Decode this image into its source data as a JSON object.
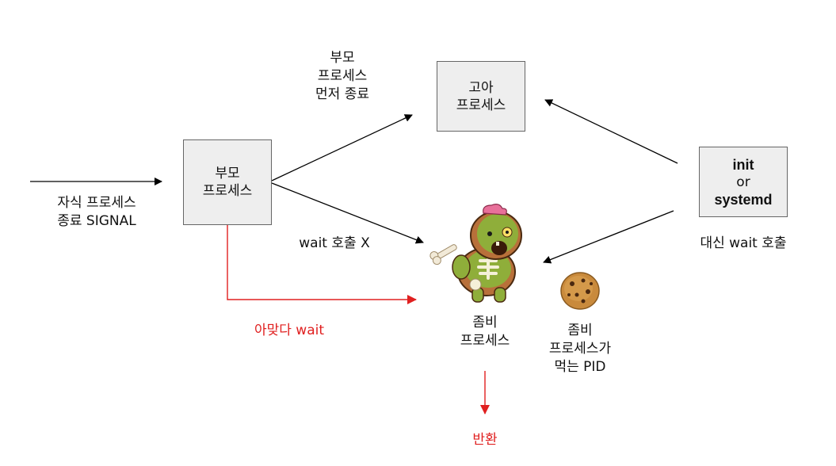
{
  "colors": {
    "arrow": "#000000",
    "red_arrow": "#e02020",
    "box_fill": "#eeeeee",
    "box_border": "#666666"
  },
  "nodes": {
    "parent": {
      "line1": "부모",
      "line2": "프로세스"
    },
    "orphan": {
      "line1": "고아",
      "line2": "프로세스"
    },
    "init": {
      "line1": "init",
      "line2": "or",
      "line3": "systemd"
    }
  },
  "labels": {
    "child_exit": {
      "line1": "자식 프로세스",
      "line2": "종료 SIGNAL"
    },
    "parent_exit": {
      "line1": "부모",
      "line2": "프로세스",
      "line3": "먼저 종료"
    },
    "no_wait": "wait 호출 X",
    "proper_wait": "아맞다 wait",
    "zombie": {
      "line1": "좀비",
      "line2": "프로세스"
    },
    "cookie": {
      "line1": "좀비",
      "line2": "프로세스가",
      "line3": "먹는 PID"
    },
    "init_wait": "대신 wait 호출",
    "return": "반환"
  },
  "icons": {
    "zombie": "zombie-cookie-icon",
    "cookie": "cookie-icon"
  }
}
